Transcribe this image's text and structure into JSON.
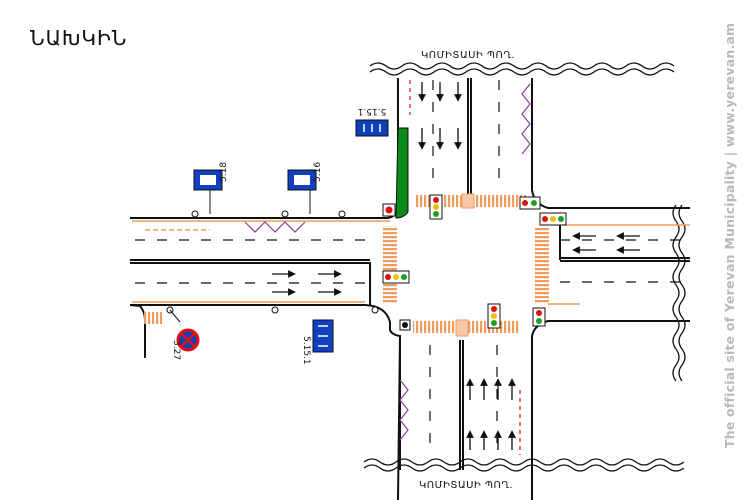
{
  "page": {
    "title": "ՆԱԽԿԻՆ",
    "watermark": "The official site of Yerevan Municipality   |   www.yerevan.am"
  },
  "streets": {
    "north": "ԿՈՄԻՏԱՍԻ ՊՈՂ.",
    "south": "ԿՈՄԻՏԱՍԻ ՊՈՂ."
  },
  "signs": {
    "sign_north": "5.15.1",
    "sign_bus_1": "5.18",
    "sign_bus_2": "5.16",
    "sign_south": "5.15.1",
    "sign_noparking": "3.27"
  },
  "colors": {
    "road_edge": "#111111",
    "crosswalk": "#f29a5a",
    "sign_blue": "#1040c0",
    "island_green": "#0a8a1a",
    "barrier_purple": "#8a3aa0",
    "signal_red": "#e01010",
    "signal_yellow": "#f0c000",
    "signal_green": "#20a020"
  }
}
